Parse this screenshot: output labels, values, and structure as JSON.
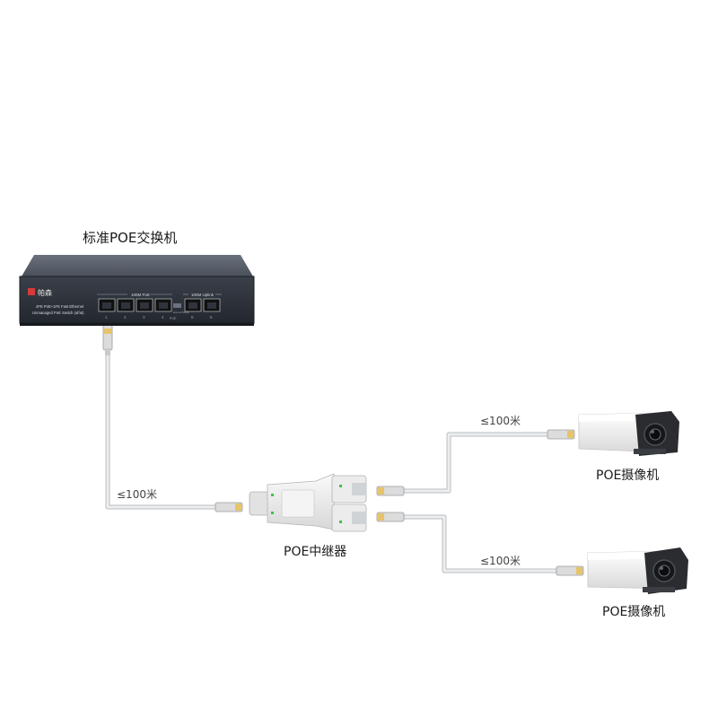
{
  "switch": {
    "title": "标准POE交换机",
    "brand": "帕森",
    "model_line1": "4FE PoE+1FE Fast Ethernet",
    "model_line2": "Unmanaged PoE Switch (af/at)",
    "poe_group_label": "100M PoE",
    "uplink_group_label": "100M Uplink",
    "poe_port_numbers": [
      "1",
      "2",
      "3",
      "4"
    ],
    "uplink_port_numbers": [
      "5",
      "6"
    ],
    "poe_tag": "POE",
    "extend_label": "Extend Mode"
  },
  "cables": {
    "switch_to_extender": "≤100米",
    "extender_to_camera1": "≤100米",
    "extender_to_camera2": "≤100米"
  },
  "extender": {
    "label": "POE中继器"
  },
  "cameras": [
    {
      "label": "POE摄像机"
    },
    {
      "label": "POE摄像机"
    }
  ],
  "colors": {
    "switch_body": "#4a505a",
    "switch_front": "#2b3038",
    "cable": "#e3e5e6",
    "cable_edge": "#b9bdc0",
    "camera_body": "#f2f2f2",
    "camera_face": "#2a2c30",
    "connector_accent": "#e7c46a"
  },
  "icons": [
    "ethernet-switch-icon",
    "poe-extender-icon",
    "bullet-camera-icon",
    "rj45-connector-icon"
  ]
}
